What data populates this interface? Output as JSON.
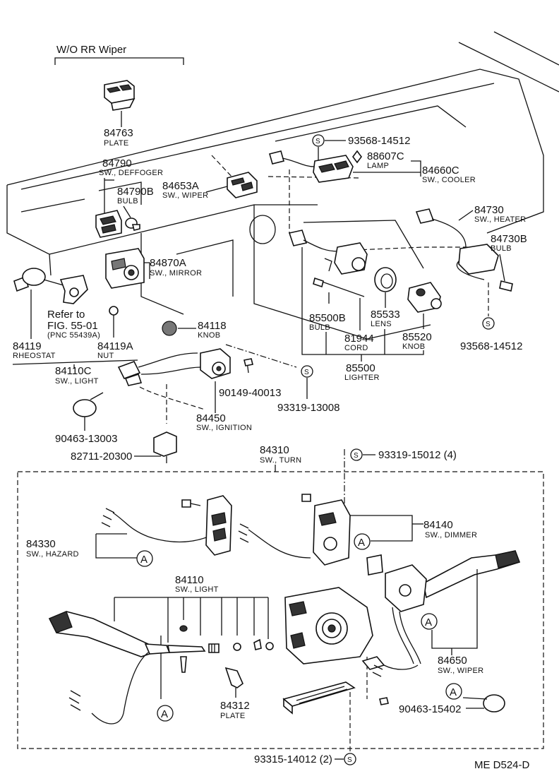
{
  "header": {
    "variant": "W/O RR Wiper"
  },
  "footer": {
    "code": "ME  D524-D"
  },
  "symbols": {
    "a_marker": "A",
    "s_marker": "S"
  },
  "parts": {
    "p84763": {
      "number": "84763",
      "name": "PLATE"
    },
    "p84790": {
      "number": "84790",
      "name": "SW., DEFFOGER"
    },
    "p84790b": {
      "number": "84790B",
      "name": "BULB"
    },
    "p84653a": {
      "number": "84653A",
      "name": "SW., WIPER"
    },
    "p93568a": {
      "number": "93568-14512"
    },
    "p88607c": {
      "number": "88607C",
      "name": "LAMP"
    },
    "p84660c": {
      "number": "84660C",
      "name": "SW., COOLER"
    },
    "p84730": {
      "number": "84730",
      "name": "SW., HEATER"
    },
    "p84730b": {
      "number": "84730B",
      "name": "BULB"
    },
    "p84870a": {
      "number": "84870A",
      "name": "SW., MIRROR"
    },
    "refer": {
      "line1": "Refer to",
      "line2": "FIG. 55-01",
      "line3": "(PNC 55439A)"
    },
    "p84119": {
      "number": "84119",
      "name": "RHEOSTAT"
    },
    "p84119a": {
      "number": "84119A",
      "name": "NUT"
    },
    "p84118": {
      "number": "84118",
      "name": "KNOB"
    },
    "p84110c": {
      "number": "84110C",
      "name": "SW., LIGHT"
    },
    "p85500b": {
      "number": "85500B",
      "name": "BULB"
    },
    "p85533": {
      "number": "85533",
      "name": "LENS"
    },
    "p81944": {
      "number": "81944",
      "name": "CORD"
    },
    "p85520": {
      "number": "85520",
      "name": "KNOB"
    },
    "p93568b": {
      "number": "93568-14512"
    },
    "p85500": {
      "number": "85500",
      "name": "LIGHTER"
    },
    "p90149": {
      "number": "90149-40013"
    },
    "p93319a": {
      "number": "93319-13008"
    },
    "p84450": {
      "number": "84450",
      "name": "SW., IGNITION"
    },
    "p90463a": {
      "number": "90463-13003"
    },
    "p82711": {
      "number": "82711-20300"
    },
    "p84310": {
      "number": "84310",
      "name": "SW., TURN"
    },
    "p93319b": {
      "number": "93319-15012 (4)"
    },
    "p84140": {
      "number": "84140",
      "name": "SW., DIMMER"
    },
    "p84330": {
      "number": "84330",
      "name": "SW., HAZARD"
    },
    "p84110": {
      "number": "84110",
      "name": "SW., LIGHT"
    },
    "p84650": {
      "number": "84650",
      "name": "SW., WIPER"
    },
    "p84312": {
      "number": "84312",
      "name": "PLATE"
    },
    "p90463b": {
      "number": "90463-15402"
    },
    "p93315": {
      "number": "93315-14012 (2)"
    }
  }
}
